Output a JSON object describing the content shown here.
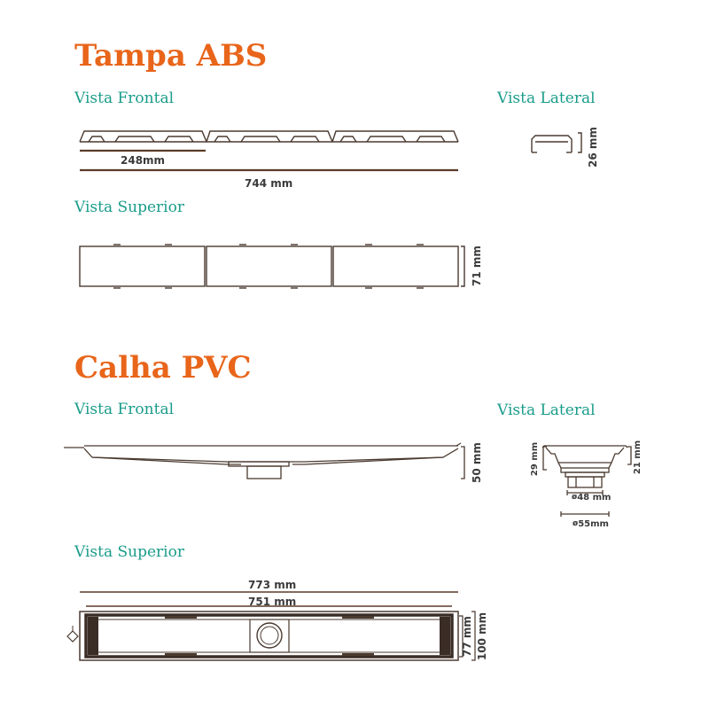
{
  "colors": {
    "title": "#e8651a",
    "subtitle": "#1a9c8a",
    "line": "#4a3a30",
    "dim_line": "#5a3c28"
  },
  "sections": {
    "tampa": {
      "title": "Tampa ABS",
      "front_view": "Vista Frontal",
      "side_view": "Vista Lateral",
      "top_view": "Vista Superior",
      "dim_segment": "248mm",
      "dim_total": "744 mm",
      "dim_height": "26 mm",
      "dim_width": "71 mm"
    },
    "calha": {
      "title": "Calha PVC",
      "front_view": "Vista Frontal",
      "side_view": "Vista Lateral",
      "top_view": "Vista Superior",
      "dim_front_height": "50 mm",
      "dim_side_left": "29 mm",
      "dim_side_right": "21 mm",
      "dim_outlet_inner": "48 mm",
      "dim_outlet_outer": "55mm",
      "diameter_symbol": "ø",
      "dim_total_length": "773 mm",
      "dim_inner_length": "751 mm",
      "dim_inner_width": "77 mm",
      "dim_total_width": "100 mm"
    }
  }
}
